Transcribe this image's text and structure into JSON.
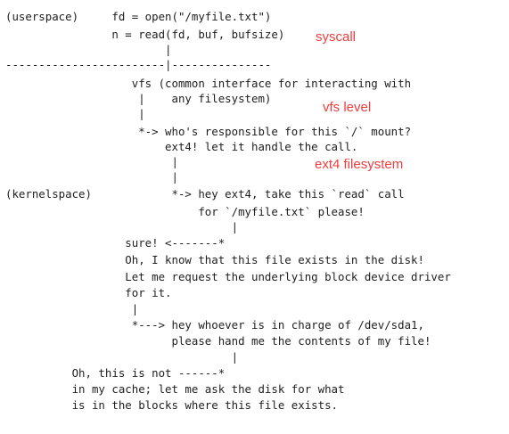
{
  "diagram": {
    "lines": [
      "(userspace)     fd = open(\"/myfile.txt\")",
      "                n = read(fd, buf, bufsize)",
      "                        |",
      "------------------------|---------------",
      "                   vfs (common interface for interacting with",
      "                    |    any filesystem)",
      "                    |",
      "                    *-> who's responsible for this `/` mount?",
      "                        ext4! let it handle the call.",
      "                         |",
      "                         |",
      "(kernelspace)            *-> hey ext4, take this `read` call",
      "                             for `/myfile.txt` please!",
      "                                  |",
      "                  sure! <-------*",
      "                  Oh, I know that this file exists in the disk!",
      "                  Let me request the underlying block device driver",
      "                  for it.",
      "                   |",
      "                   *---> hey whoever is in charge of /dev/sda1,",
      "                         please hand me the contents of my file!",
      "                                  |",
      "          Oh, this is not ------*",
      "          in my cache; let me ask the disk for what",
      "          is in the blocks where this file exists."
    ],
    "annotations": [
      {
        "id": "syscall",
        "text": "syscall"
      },
      {
        "id": "vfs-level",
        "text": "vfs level"
      },
      {
        "id": "ext4-filesystem",
        "text": "ext4 filesystem"
      }
    ],
    "annotation_color": "#f23c3c",
    "text_color": "#1e1e1e"
  }
}
